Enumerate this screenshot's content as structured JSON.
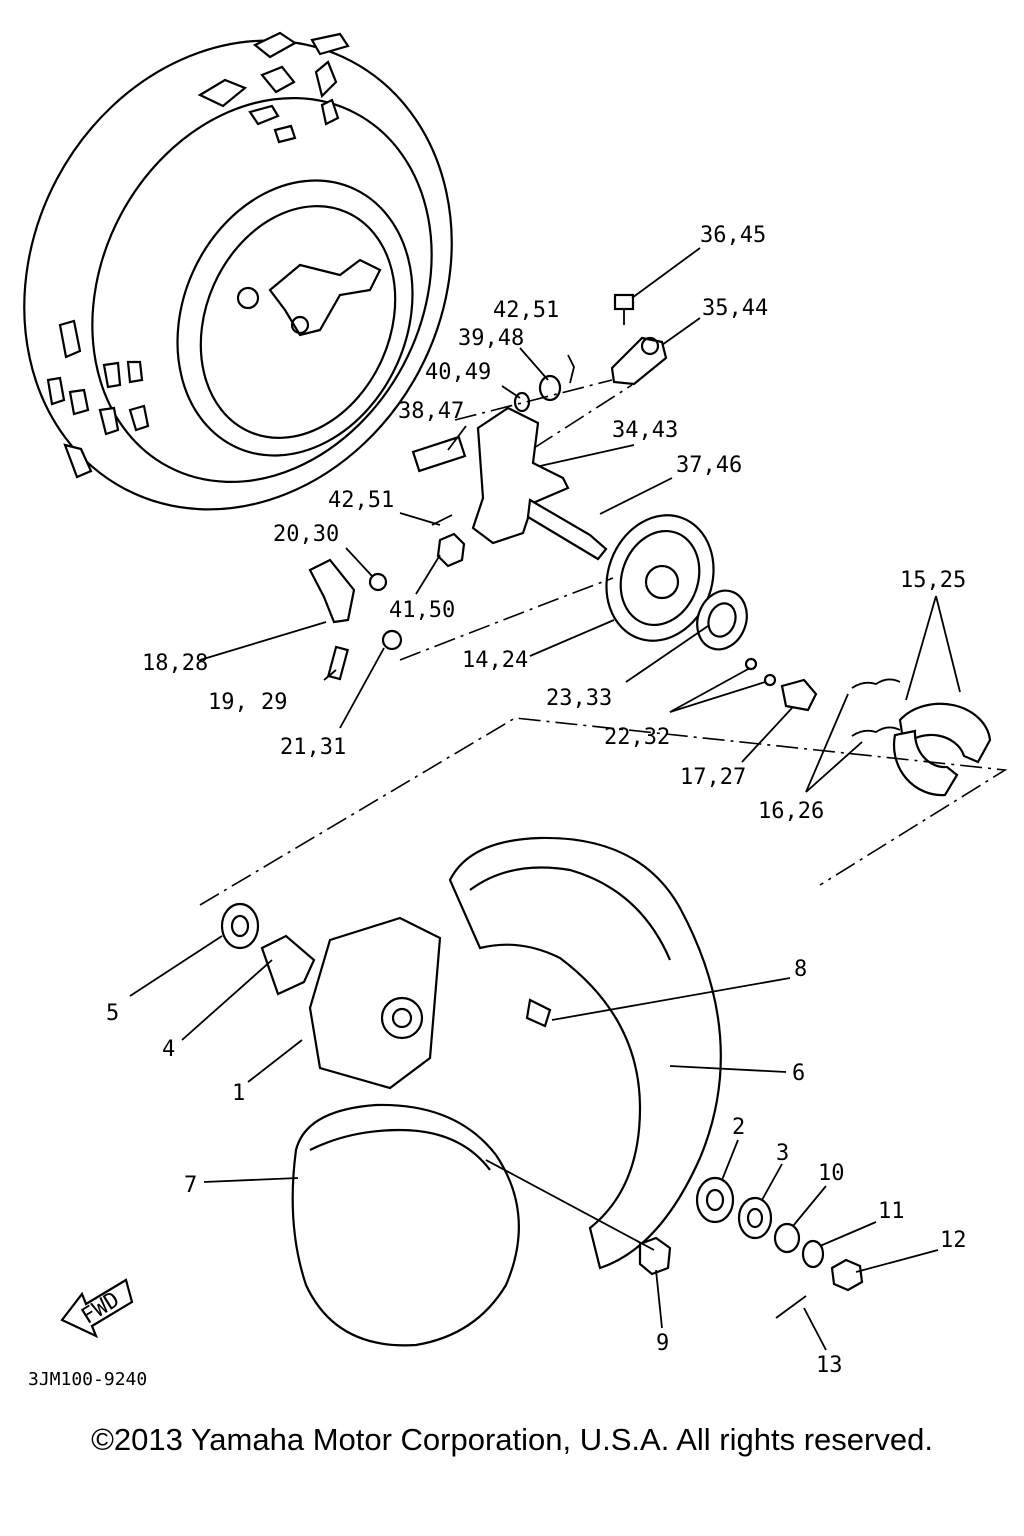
{
  "callouts": {
    "c_36_45": "36,45",
    "c_35_44": "35,44",
    "c_42_51_top": "42,51",
    "c_39_48": "39,48",
    "c_40_49": "40,49",
    "c_38_47": "38,47",
    "c_34_43": "34,43",
    "c_37_46": "37,46",
    "c_42_51_mid": "42,51",
    "c_20_30": "20,30",
    "c_41_50": "41,50",
    "c_15_25": "15,25",
    "c_18_28": "18,28",
    "c_14_24": "14,24",
    "c_19_29": "19, 29",
    "c_23_33": "23,33",
    "c_22_32": "22,32",
    "c_21_31": "21,31",
    "c_17_27": "17,27",
    "c_16_26": "16,26",
    "c_8": "8",
    "c_5": "5",
    "c_4": "4",
    "c_6": "6",
    "c_1": "1",
    "c_2": "2",
    "c_3": "3",
    "c_10": "10",
    "c_7": "7",
    "c_11": "11",
    "c_12": "12",
    "c_9": "9",
    "c_13": "13"
  },
  "fwd_label": "FWD",
  "diagram_code": "3JM100-9240",
  "copyright": "©2013 Yamaha Motor Corporation, U.S.A. All rights reserved."
}
